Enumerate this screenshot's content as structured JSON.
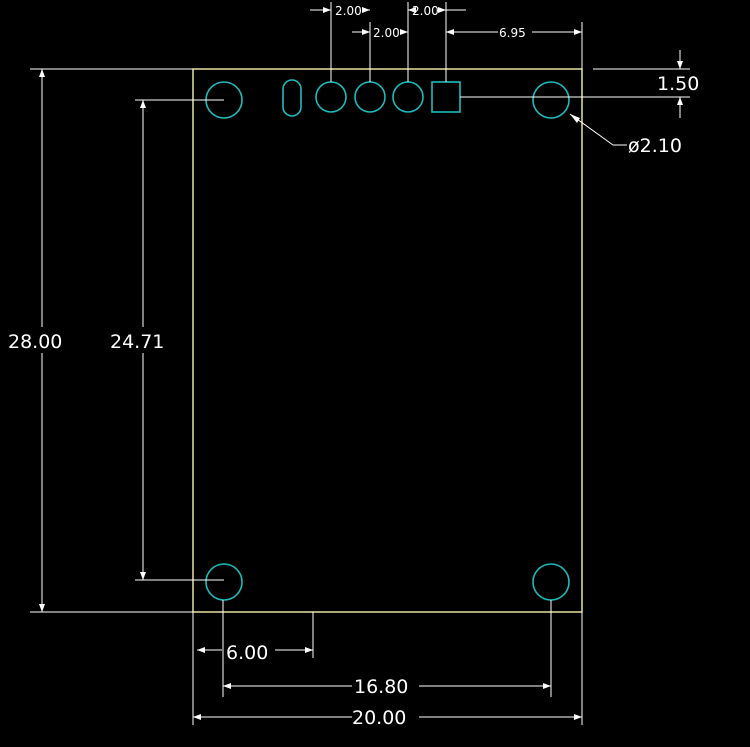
{
  "drawing": {
    "overall_width": "20.00",
    "overall_height": "28.00",
    "mount_hole_spacing_vertical": "24.71",
    "mount_hole_spacing_horizontal": "16.80",
    "hole_offset_from_left": "6.00",
    "hole_diameter": "ø2.10",
    "edge_offset_top": "1.50",
    "pin_pitch_1": "2.00",
    "pin_pitch_2": "2.00",
    "pin_pitch_3": "2.00",
    "header_offset_right": "6.95"
  },
  "colors": {
    "background": "#000000",
    "board_outline": "#e8e2a0",
    "holes": "#1cbcbc",
    "dimension_lines": "#ffffff"
  }
}
